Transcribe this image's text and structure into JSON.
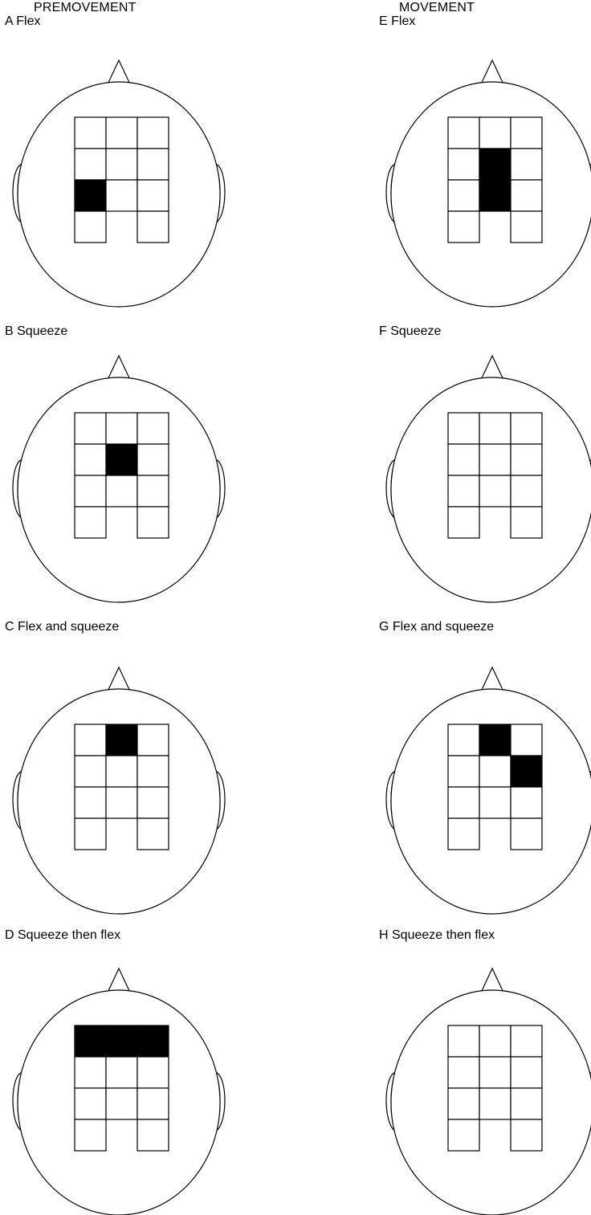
{
  "columns": {
    "left_title": "PREMOVEMENT",
    "right_title": "MOVEMENT"
  },
  "colors": {
    "active": "#000000",
    "inactive": "#ffffff",
    "stroke": "#000000"
  },
  "grid_shape": {
    "rows": 4,
    "cols": 3,
    "note_missing_cell": "bottom row, middle column absent"
  },
  "panels": [
    {
      "letter": "A",
      "label": "A Flex",
      "condition": "Flex",
      "phase": "PREMOVEMENT",
      "active_cells": [
        [
          2,
          0
        ]
      ]
    },
    {
      "letter": "B",
      "label": "B Squeeze",
      "condition": "Squeeze",
      "phase": "PREMOVEMENT",
      "active_cells": [
        [
          1,
          1
        ]
      ]
    },
    {
      "letter": "C",
      "label": "C Flex and squeeze",
      "condition": "Flex and squeeze",
      "phase": "PREMOVEMENT",
      "active_cells": [
        [
          0,
          1
        ]
      ]
    },
    {
      "letter": "D",
      "label": "D Squeeze then flex",
      "condition": "Squeeze then flex",
      "phase": "PREMOVEMENT",
      "active_cells": [
        [
          0,
          0
        ],
        [
          0,
          1
        ],
        [
          0,
          2
        ]
      ]
    },
    {
      "letter": "E",
      "label": "E Flex",
      "condition": "Flex",
      "phase": "MOVEMENT",
      "active_cells": [
        [
          1,
          1
        ],
        [
          2,
          1
        ]
      ]
    },
    {
      "letter": "F",
      "label": "F Squeeze",
      "condition": "Squeeze",
      "phase": "MOVEMENT",
      "active_cells": []
    },
    {
      "letter": "G",
      "label": "G Flex and squeeze",
      "condition": "Flex and squeeze",
      "phase": "MOVEMENT",
      "active_cells": [
        [
          0,
          1
        ],
        [
          1,
          2
        ]
      ]
    },
    {
      "letter": "H",
      "label": "H Squeeze then flex",
      "condition": "Squeeze then flex",
      "phase": "MOVEMENT",
      "active_cells": []
    }
  ]
}
